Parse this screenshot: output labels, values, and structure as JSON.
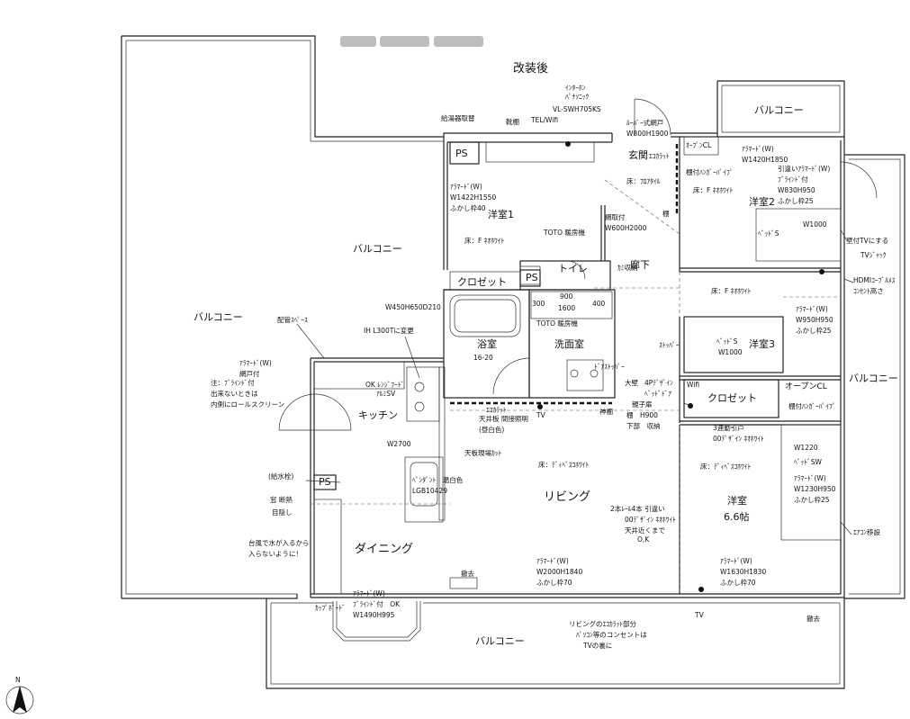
{
  "title": "改装後",
  "labels": {
    "balcony_top_right": "バルコニー",
    "balcony_center": "バルコニー",
    "balcony_left": "バルコニー",
    "balcony_right": "バルコニー",
    "balcony_bottom": "バルコニー",
    "intercom_1": "ｲﾝﾀｰﾎﾝ",
    "intercom_2": "ﾊﾟﾅｿﾆｯｸ",
    "intercom_3": "VL-SWH705KS",
    "water_heater": "給湯器取替",
    "shelf": "靴棚",
    "tel_wifi": "TEL/Wifi",
    "door_1": "ﾙｰﾊﾞｰ式網戸",
    "door_2": "W800H1900",
    "open_cl_top": "ｵｰﾌﾟﾝCL",
    "ps1": "PS",
    "genkan": "玄関",
    "eco": "ｴｺｶﾗｯﾄ",
    "hanger_top": "棚付ﾊﾝｶﾞｰﾊﾟｲﾌﾟ",
    "floor_f_white_1": "床：F ﾈｵﾎﾜｲﾄ",
    "floor_f_white_2": "床：F ﾈｵﾎﾜｲﾄ",
    "floor_f_white_3": "床：F ﾈｵﾎﾜｲﾄ",
    "floor_tile": "床：ﾌﾛｱﾀｲﾙ",
    "yoshitsu1": "洋室1",
    "yoshitsu2": "洋室2",
    "yoshitsu3": "洋室3",
    "yoshitsu_66a": "洋室",
    "yoshitsu_66b": "6.6帖",
    "w1_a": "ｱﾗﾏｰﾄﾞ(W)",
    "w1_b": "W1422H1550",
    "w1_c": "ふかし枠40",
    "w2_a": "ｱﾗﾏｰﾄﾞ(W)",
    "w2_b": "W1420H1850",
    "w3_a": "引違いｱﾗﾏｰﾄﾞ(W)",
    "w3_b": "ﾌﾞﾗｲﾝﾄﾞ付",
    "w3_c": "W830H950",
    "w3_d": "ふかし枠25",
    "net_1": "網取付",
    "net_2": "W600H2000",
    "shelf_small": "棚",
    "bed_s1": "ﾍﾞｯﾄﾞS",
    "w1000_1": "W1000",
    "tv_shelf_1": "壁付TVにする",
    "tv_shelf_2": "TVｼﾞｬｯｸ",
    "toto_heater_1": "TOTO 暖房機",
    "ps2": "PS",
    "toilet": "トイレ",
    "paper": "ｶﾐ収納",
    "corridor": "廊下",
    "closet1": "クロゼット",
    "hdmi_1": "HDMIｺｰﾌﾞﾙﾒｽ",
    "hdmi_2": "ｺﾝｾﾝﾄ高さ",
    "dim_900": "900",
    "dim_1600": "1600",
    "dim_300": "300",
    "dim_400": "400",
    "bath_size": "W450H650D210",
    "toto_heater_2": "TOTO 暖房機",
    "w4_a": "ｱﾗﾏｰﾄﾞ(W)",
    "w4_b": "W950H950",
    "w4_c": "ふかし枠25",
    "ih": "IH L300Tに変更",
    "bath": "浴室",
    "bath_dim": "16-20",
    "washroom": "洗面室",
    "stopper": "ｽﾄｯﾊﾟｰ",
    "bed_s2": "ﾍﾞｯﾄﾞS",
    "w1000_2": "W1000",
    "pipe_space": "配管ｽﾍﾟｰｽ",
    "w5_a": "ｱﾗﾏｰﾄﾞ(W)",
    "w5_b": "網戸付",
    "w5_c": "注：ﾌﾞﾗｲﾝﾄﾞ付",
    "w5_d": "出来ないときは",
    "w5_e": "内側にロールスクリーン",
    "hood_1": "OK ﾚﾝｼﾞﾌｰﾄﾞ",
    "hood_2": "ｱﾙﾐSV",
    "door_stopper": "ﾄﾞｱｽﾄｯﾊﾟｰ",
    "big_wall": "大壁",
    "design_1": "4Pﾃﾞｻﾞｲﾝ",
    "design_2": "ﾍﾞｯﾄﾞﾄﾞｱ",
    "wifi": "Wifi",
    "closet2": "クロゼット",
    "open_cl_right": "オープンCL",
    "hanger_right": "棚付ﾊﾝｶﾞｰﾊﾟｲﾌﾟ",
    "kitchen": "キッチン",
    "ceiling_1": "ｴｺｶﾗｯﾄ",
    "ceiling_2": "天井板 間接照明",
    "ceiling_3": "(昼白色)",
    "tv_1": "TV",
    "kamidana": "神棚",
    "oyako_1": "親子扉",
    "oyako_2": "棚　H900",
    "oyako_3": "下部　収納",
    "three_door_1": "3連動引戸",
    "three_door_2": "00ﾃﾞｻﾞｲﾝ ﾈｵﾎﾜｲﾄ",
    "w2700": "W2700",
    "tenban": "天板現場ｶｯﾄ",
    "floor_dives_1": "床：ﾃﾞｨﾍﾞｽｺﾎﾜｲﾄ",
    "floor_dives_2": "床：ﾃﾞｨﾍﾞｽｺﾎﾜｲﾄ",
    "w1220": "W1220",
    "bed_sw": "ﾍﾞｯﾄﾞSW",
    "w6_a": "ｱﾗﾏｰﾄﾞ(W)",
    "w6_b": "W1230H950",
    "w6_c": "ふかし枠25",
    "water_valve": "(給水栓)",
    "ps3": "PS",
    "pendant_1": "ﾍﾟﾝﾀﾞﾝﾄ　温白色",
    "pendant_2": "LGB10429",
    "living": "リビング",
    "window_insul_1": "窓 断熱",
    "window_insul_2": "目隠し",
    "rail_1": "2本ﾚｰﾙ4本 引違い",
    "rail_2": "00ﾃﾞｻﾞｲﾝ ﾈｵﾎﾜｲﾄ",
    "rail_3": "天井近くまで",
    "rail_4": "O,K",
    "ac_move": "ｴｱｺﾝ移設",
    "typhoon_1": "台風で水が入るから",
    "typhoon_2": "入らないように！",
    "dining": "ダイニング",
    "remove_1": "撤去",
    "w7_a": "ｱﾗﾏｰﾄﾞ(W)",
    "w7_b": "W2000H1840",
    "w7_c": "ふかし枠70",
    "w8_a": "ｱﾗﾏｰﾄﾞ(W)",
    "w8_b": "W1630H1830",
    "w8_c": "ふかし枠70",
    "w9_a": "ｱﾗﾏｰﾄﾞ(W)",
    "w9_b": "ﾌﾞﾗｲﾝﾄﾞ付　OK",
    "w9_c": "W1490H995",
    "cupboard": "ｶｯﾌﾟﾎﾞｰﾄﾞ",
    "tv_2": "TV",
    "remove_2": "撤去",
    "living_note_1": "リビングのｴｺｶﾗｯﾄ部分",
    "living_note_2": "ﾊﾟｿｺﾝ等のコンセントは",
    "living_note_3": "TVの裏に",
    "north": "N"
  }
}
